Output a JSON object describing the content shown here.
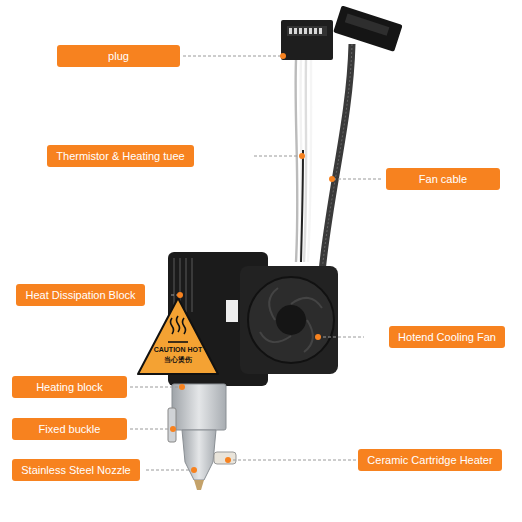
{
  "diagram": {
    "nodes": [
      {
        "text": [
          "plug"
        ]
      },
      {
        "text": [
          "Thermistor & Heating tuee"
        ]
      },
      {
        "text": [
          "Fan cable"
        ]
      },
      {
        "text": [
          "Heat Dissipation Block"
        ]
      },
      {
        "text": [
          "Hotend Cooling Fan"
        ]
      },
      {
        "text": [
          "Heating block"
        ]
      },
      {
        "text": [
          "Fixed buckle"
        ]
      },
      {
        "text": [
          "Stainless Steel Nozzle"
        ]
      },
      {
        "text": [
          "Ceramic Cartridge Heater"
        ]
      }
    ],
    "edges": [],
    "labels": [
      "CAUTION HOT",
      "当心烫伤"
    ]
  }
}
